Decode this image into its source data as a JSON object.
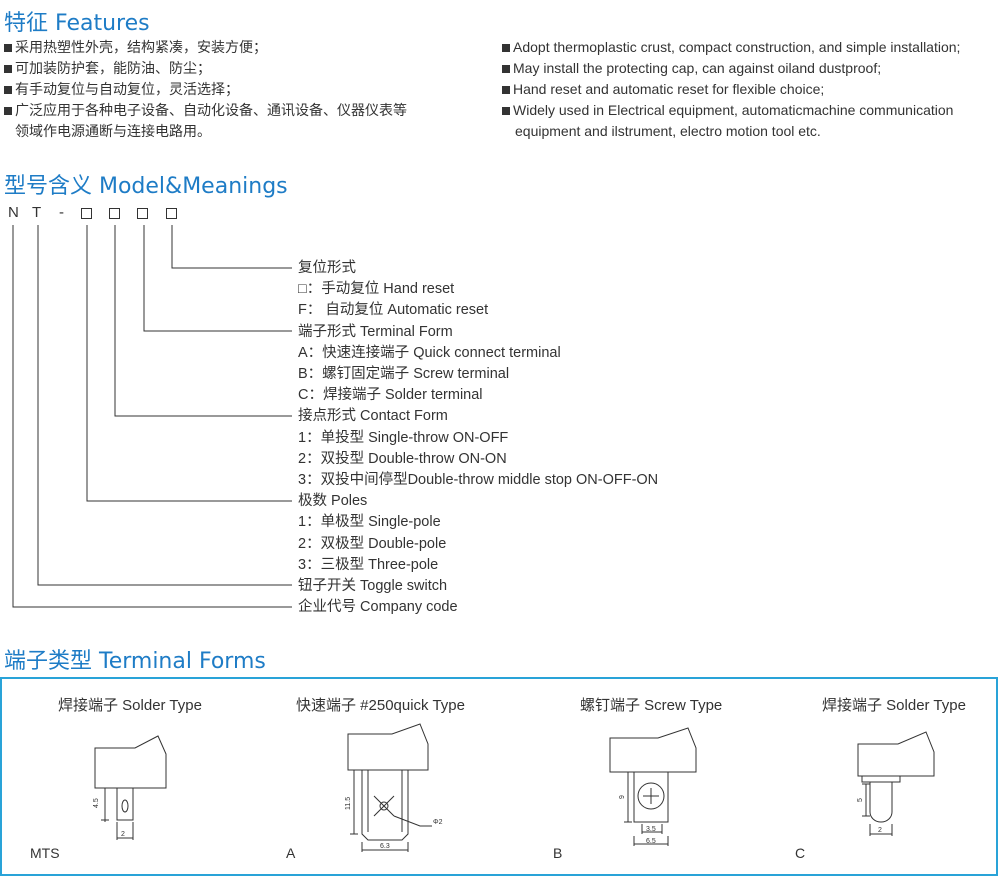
{
  "features": {
    "title": "特征 Features",
    "cn": [
      "采用热塑性外壳，结构紧凑，安装方便；",
      "可加装防护套，能防油、防尘；",
      "有手动复位与自动复位，灵活选择；",
      "广泛应用于各种电子设备、自动化设备、通讯设备、仪器仪表等",
      "领域作电源通断与连接电路用。"
    ],
    "en": [
      "Adopt thermoplastic crust, compact construction, and simple installation;",
      "May install the protecting cap, can against oiland dustproof;",
      "Hand reset and automatic reset for flexible choice;",
      "Widely used in Electrical equipment, automaticmachine communication",
      "equipment and ilstrument, electro motion tool etc."
    ]
  },
  "model": {
    "title": "型号含义 Model&Meanings",
    "code": [
      "N",
      "T",
      "-"
    ],
    "meanings": [
      "复位形式",
      "□：手动复位 Hand reset",
      "F：  自动复位 Automatic reset",
      "端子形式 Terminal Form",
      "A：快速连接端子 Quick connect terminal",
      "B：螺钉固定端子 Screw terminal",
      "C：焊接端子 Solder terminal",
      "接点形式 Contact Form",
      "1：单投型 Single-throw ON-OFF",
      "2：双投型 Double-throw ON-ON",
      "3：双投中间停型Double-throw middle stop ON-OFF-ON",
      "极数 Poles",
      "1：单极型 Single-pole",
      "2：双极型 Double-pole",
      "3：三极型 Three-pole",
      "钮子开关 Toggle switch",
      "企业代号 Company code"
    ]
  },
  "terminals": {
    "title": "端子类型 Terminal Forms",
    "items": [
      {
        "label": "焊接端子 Solder Type",
        "code": "MTS",
        "dims": [
          "4.5",
          "2"
        ]
      },
      {
        "label": "快速端子 #250quick Type",
        "code": "A",
        "dims": [
          "11.5",
          "Φ2",
          "6.3"
        ]
      },
      {
        "label": "螺钉端子 Screw Type",
        "code": "B",
        "dims": [
          "9",
          "3.5",
          "6.5"
        ]
      },
      {
        "label": "焊接端子 Solder Type",
        "code": "C",
        "dims": [
          "5",
          "2"
        ]
      }
    ]
  },
  "colors": {
    "heading": "#1e7cc6",
    "frame": "#29a3d8",
    "text": "#333333"
  }
}
